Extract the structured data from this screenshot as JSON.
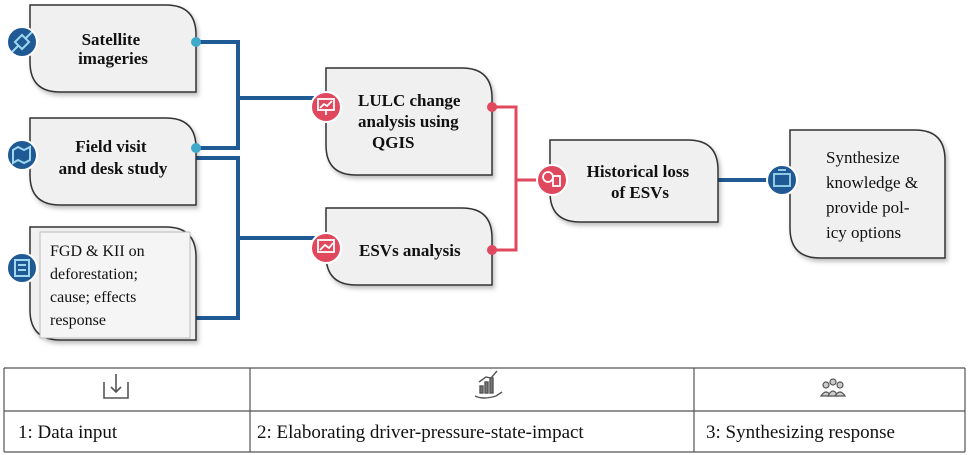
{
  "inputs": {
    "satellite": [
      "Satellite",
      "imageries"
    ],
    "field": [
      "Field visit",
      "and desk study"
    ],
    "fgd": [
      "FGD & KII on",
      "deforestation;",
      "cause; effects",
      "response"
    ]
  },
  "analysis": {
    "lulc": [
      "LULC change",
      "analysis using",
      "QGIS"
    ],
    "esv": "ESVs analysis"
  },
  "historical": [
    "Historical loss",
    "of ESVs"
  ],
  "synthesize": [
    "Synthesize",
    "knowledge &",
    "provide pol-",
    "icy options"
  ],
  "stages": [
    {
      "label": "1: Data input",
      "icon": "download-tray-icon"
    },
    {
      "label": "2: Elaborating driver-pressure-state-impact",
      "icon": "growth-hand-icon"
    },
    {
      "label": "3: Synthesizing response",
      "icon": "people-group-icon"
    }
  ],
  "colors": {
    "blue_connector": "#1f5a94",
    "pink_connector": "#e0485d",
    "box_fill": "#f0f0f0",
    "box_border": "#333333"
  }
}
